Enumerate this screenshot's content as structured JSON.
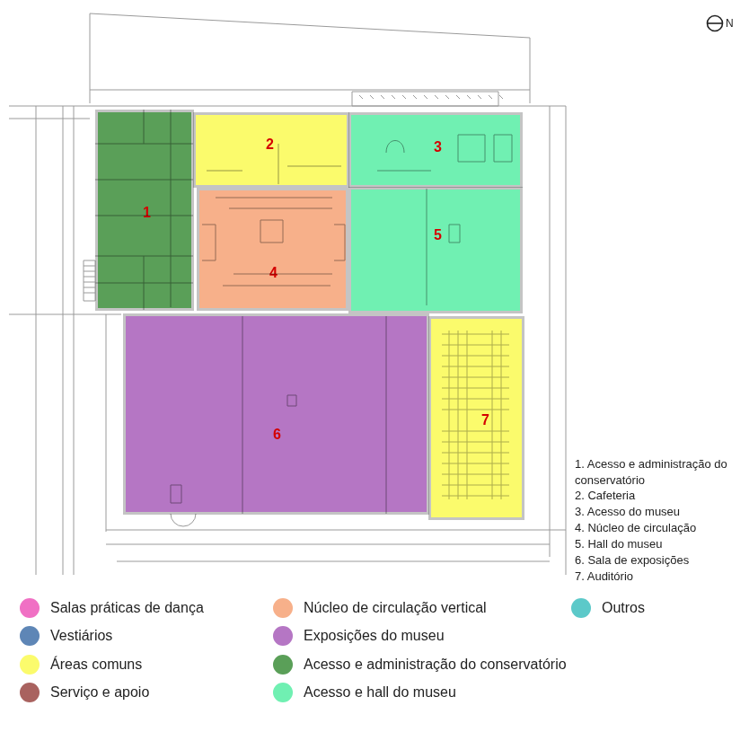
{
  "diagram": {
    "nodes": [
      {
        "text": [
          "1"
        ]
      },
      {
        "text": [
          "2"
        ]
      },
      {
        "text": [
          "3"
        ]
      },
      {
        "text": [
          "4"
        ]
      },
      {
        "text": [
          "5"
        ]
      },
      {
        "text": [
          "6"
        ]
      },
      {
        "text": [
          "7"
        ]
      }
    ],
    "edges": [],
    "labels": [
      "N",
      "1. Acesso e administração do conservatório",
      "2. Cafeteria",
      "3. Acesso do museu",
      "4. Núcleo de circulação",
      "5. Hall do museu",
      "6. Sala de exposições",
      "7. Auditório"
    ],
    "legend": [
      {
        "text": "Salas práticas de dança",
        "color": "#f070c4"
      },
      {
        "text": "Vestiários",
        "color": "#5e86b6"
      },
      {
        "text": "Áreas comuns",
        "color": "#fbfb6c"
      },
      {
        "text": "Serviço e apoio",
        "color": "#a9625f"
      },
      {
        "text": "Núcleo de circulação vertical",
        "color": "#f7b08a"
      },
      {
        "text": "Exposições do museu",
        "color": "#b576c4"
      },
      {
        "text": "Acesso e administração do conservatório",
        "color": "#5a9f58"
      },
      {
        "text": "Acesso e hall do museu",
        "color": "#70f0b2"
      },
      {
        "text": "Outros",
        "color": "#5cc9c9"
      }
    ]
  }
}
